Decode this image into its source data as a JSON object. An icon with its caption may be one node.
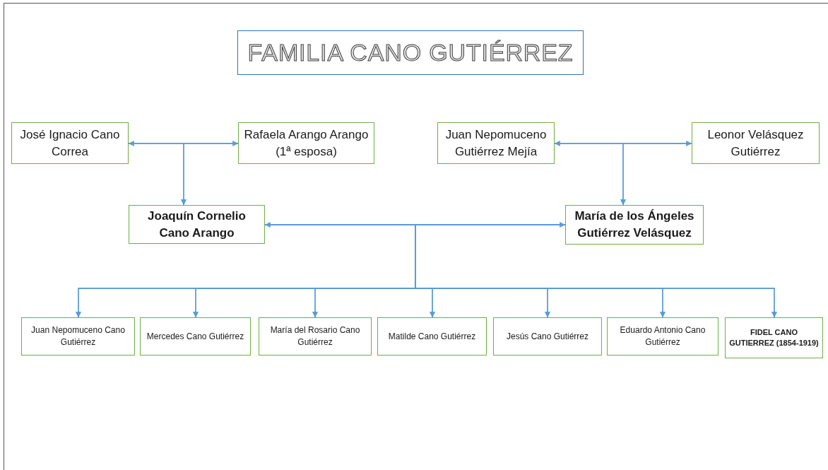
{
  "diagram": {
    "title": "FAMILIA CANO GUTIÉRREZ",
    "nodes": [
      {
        "text": [
          "José Ignacio Cano Correa"
        ]
      },
      {
        "text": [
          "Rafaela Arango Arango (1ª esposa)"
        ]
      },
      {
        "text": [
          "Juan Nepomuceno Gutiérrez Mejía"
        ]
      },
      {
        "text": [
          "Leonor Velásquez Gutiérrez"
        ]
      },
      {
        "text": [
          "Joaquín Cornelio Cano Arango"
        ]
      },
      {
        "text": [
          "María de los Ángeles Gutiérrez Velásquez"
        ]
      },
      {
        "text": [
          "Juan Nepomuceno Cano Gutiérrez"
        ]
      },
      {
        "text": [
          "Mercedes Cano Gutiérrez"
        ]
      },
      {
        "text": [
          "María del Rosario Cano Gutiérrez"
        ]
      },
      {
        "text": [
          "Matilde Cano Gutiérrez"
        ]
      },
      {
        "text": [
          "Jesús Cano Gutiérrez"
        ]
      },
      {
        "text": [
          "Eduardo Antonio Cano Gutiérrez"
        ]
      },
      {
        "text": [
          "FIDEL CANO GUTIERREZ (1854-1919)"
        ]
      }
    ],
    "edges": [
      {
        "from": 0,
        "to": 1,
        "arrow": "both"
      },
      {
        "from": 0,
        "to": 4,
        "arrow": "to"
      },
      {
        "from": 1,
        "to": 4,
        "arrow": "to"
      },
      {
        "from": 2,
        "to": 3,
        "arrow": "both"
      },
      {
        "from": 2,
        "to": 5,
        "arrow": "to"
      },
      {
        "from": 3,
        "to": 5,
        "arrow": "to"
      },
      {
        "from": 4,
        "to": 5,
        "arrow": "both"
      },
      {
        "from": 4,
        "to": 6,
        "arrow": "to"
      },
      {
        "from": 5,
        "to": 6,
        "arrow": "to"
      },
      {
        "from": 4,
        "to": 7,
        "arrow": "to"
      },
      {
        "from": 5,
        "to": 7,
        "arrow": "to"
      },
      {
        "from": 4,
        "to": 8,
        "arrow": "to"
      },
      {
        "from": 5,
        "to": 8,
        "arrow": "to"
      },
      {
        "from": 4,
        "to": 9,
        "arrow": "to"
      },
      {
        "from": 5,
        "to": 9,
        "arrow": "to"
      },
      {
        "from": 4,
        "to": 10,
        "arrow": "to"
      },
      {
        "from": 5,
        "to": 10,
        "arrow": "to"
      },
      {
        "from": 4,
        "to": 11,
        "arrow": "to"
      },
      {
        "from": 5,
        "to": 11,
        "arrow": "to"
      },
      {
        "from": 4,
        "to": 12,
        "arrow": "to"
      },
      {
        "from": 5,
        "to": 12,
        "arrow": "to"
      }
    ]
  }
}
